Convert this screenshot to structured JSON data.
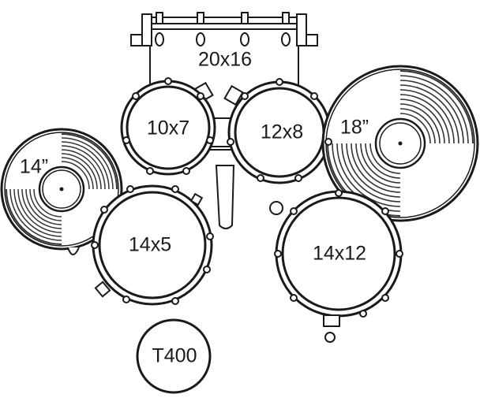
{
  "labels": {
    "bass_drum": "20x16",
    "tom_10": "10x7",
    "tom_12": "12x8",
    "crash_18": "18”",
    "crash_14": "14”",
    "snare": "14x5",
    "floor_tom": "14x12",
    "throne": "T400"
  },
  "colors": {
    "line": "#1a1a1a",
    "fill": "#ffffff",
    "cymbal_groove": "#333333"
  }
}
